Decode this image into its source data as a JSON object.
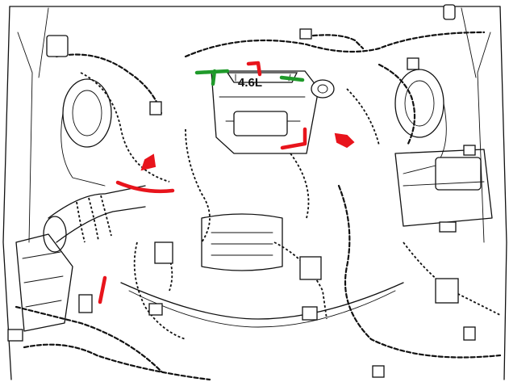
{
  "diagram": {
    "engine_badge": "4.6L",
    "colors": {
      "line": "#111111",
      "background": "#ffffff",
      "marker_red": "#e8141c",
      "marker_green": "#1f9a2a"
    },
    "markers": [
      {
        "color": "green",
        "shape": "bracket"
      },
      {
        "color": "green",
        "shape": "dash"
      },
      {
        "color": "red",
        "shape": "bracket"
      },
      {
        "color": "red",
        "shape": "bracket"
      },
      {
        "color": "red",
        "shape": "arrow"
      },
      {
        "color": "red",
        "shape": "arrow"
      },
      {
        "color": "red",
        "shape": "arc"
      },
      {
        "color": "red",
        "shape": "line"
      }
    ]
  }
}
